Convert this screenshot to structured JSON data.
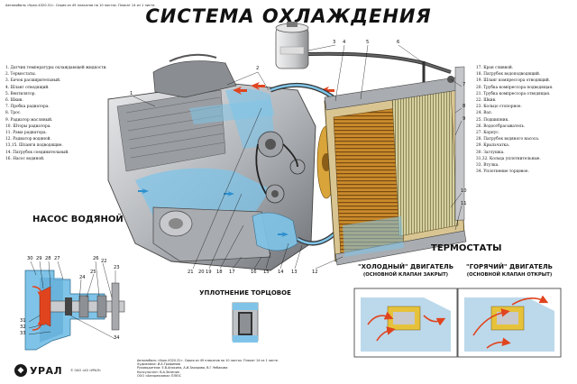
{
  "header": {
    "caption": "Автомобиль «Урал-4320-31». Серия из 49 плакатов на 10 листах. Плакат 14 из 1 листе.",
    "title": "СИСТЕМА ОХЛАЖДЕНИЯ"
  },
  "legend_left": [
    "1. Датчик температуры охлаждающей жидкости.",
    "2. Термостаты.",
    "3. Бачок расширительный.",
    "4. Шланг отводящий.",
    "5. Вентилятор.",
    "6. Шкив.",
    "7. Пробка радиатора.",
    "8. Трос.",
    "9. Радиатор масляный.",
    "10. Шторы радиатора.",
    "11. Рама радиатора.",
    "12. Радиатор водяной.",
    "13,15. Шланги подводящие.",
    "14. Патрубок соединительный.",
    "16. Насос водяной."
  ],
  "legend_right": [
    "17. Кран сливной.",
    "18. Патрубок водоподводящий.",
    "19. Шланг компрессора отводящий.",
    "20. Трубка компрессора подводящая.",
    "21. Трубка компрессора отводящая.",
    "22. Шкив.",
    "23. Кольцо стопорное.",
    "24. Вал.",
    "25. Подшипник.",
    "26. Водоотбрасыватель.",
    "27. Корпус.",
    "28. Патрубок водяного насоса.",
    "29. Крыльчатка.",
    "30. Заглушка.",
    "31,32. Кольца уплотнительные.",
    "33. Втулка.",
    "34. Уплотнение торцевое."
  ],
  "sections": {
    "pump": "НАСОС ВОДЯНОЙ",
    "seal": "УПЛОТНЕНИЕ ТОРЦОВОЕ",
    "thermostats": "ТЕРМОСТАТЫ",
    "cold_title": "\"ХОЛОДНЫЙ\" ДВИГАТЕЛЬ",
    "cold_sub": "(ОСНОВНОЙ КЛАПАН ЗАКРЫТ)",
    "hot_title": "\"ГОРЯЧИЙ\" ДВИГАТЕЛЬ",
    "hot_sub": "(ОСНОВНОЙ КЛАПАН ОТКРЫТ)"
  },
  "callouts_main": [
    "1",
    "2",
    "3",
    "4",
    "5",
    "6",
    "7",
    "8",
    "9",
    "10",
    "11",
    "12",
    "13",
    "14",
    "15",
    "16",
    "17",
    "18",
    "19",
    "20",
    "21"
  ],
  "callouts_pump": [
    "22",
    "23",
    "24",
    "25",
    "26",
    "27",
    "28",
    "29",
    "30",
    "31",
    "32",
    "33",
    "34"
  ],
  "footer": {
    "brand": "УРАЛ",
    "brand_sub": "© ОАО «АЗ «УРАЛ»",
    "lines": [
      "Автомобиль «Урал-4320-31». Серия из 49 плакатов на 10 листах. Плакат 14 из 1 листе.",
      "Художники: И.А.Трофимов",
      "Руководители: Е.В.Анохина, А.И.Захарова, В.Г.Чебакова",
      "Консультант: В.А.Зеленин",
      "ООО «Автореклама» ПЛЮС"
    ]
  },
  "colors": {
    "coolant": "#7fc4e8",
    "hot_arrow": "#e0441f",
    "engine": "#b9bcc0",
    "radiator_core": "#c98b2b",
    "radiator_frame": "#d9c592",
    "thermostat_valve": "#e6c23a"
  }
}
